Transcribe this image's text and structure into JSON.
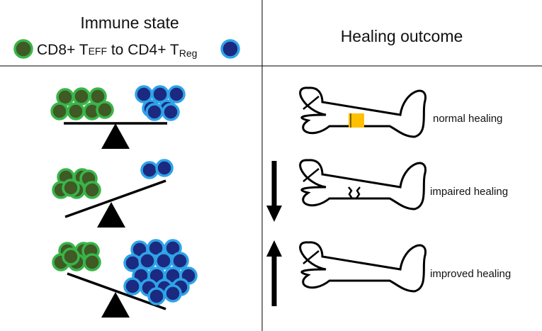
{
  "headers": {
    "left_title": "Immune state",
    "left_subtitle_a": "CD8+ T",
    "left_subtitle_a_sub": "EFF",
    "left_subtitle_mid": " to CD4+ T",
    "left_subtitle_b_sub": "Reg",
    "right_title": "Healing outcome"
  },
  "outcomes": [
    {
      "label": "normal healing",
      "arrow": "none",
      "fracture": "bridged"
    },
    {
      "label": "impaired healing",
      "arrow": "down",
      "fracture": "gap"
    },
    {
      "label": "improved healing",
      "arrow": "up",
      "fracture": "healed"
    }
  ],
  "balances": [
    {
      "cd8_cells": 7,
      "treg_cells": 7,
      "tilt": "level"
    },
    {
      "cd8_cells": 7,
      "treg_cells": 2,
      "tilt": "cd8-heavy"
    },
    {
      "cd8_cells": 7,
      "treg_cells": 17,
      "tilt": "treg-heavy"
    }
  ],
  "colors": {
    "cd8_fill": "#3f5a25",
    "cd8_ring": "#39b54a",
    "treg_fill": "#1b2a80",
    "treg_ring": "#2ea3e8",
    "callus": "#ffc000",
    "lines": "#000000"
  }
}
